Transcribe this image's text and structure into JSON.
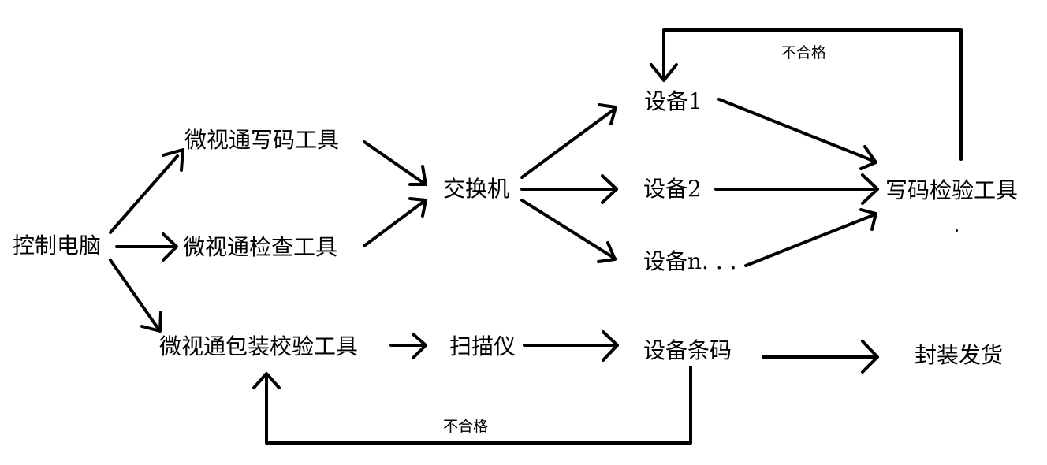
{
  "nodes": {
    "control_pc": "控制电脑",
    "write_tool": "微视通写码工具",
    "check_tool": "微视通检查工具",
    "pack_tool": "微视通包装校验工具",
    "switch": "交换机",
    "device_1": "设备1",
    "device_2": "设备2",
    "device_n": "设备n. . .",
    "write_verify_tool": "写码检验工具",
    "scanner": "扫描仪",
    "device_barcode": "设备条码",
    "ship": "封装发货"
  },
  "labels": {
    "top_fail": "不合格",
    "bottom_fail": "不合格"
  },
  "colors": {
    "line": "#000000",
    "background": "#ffffff"
  }
}
